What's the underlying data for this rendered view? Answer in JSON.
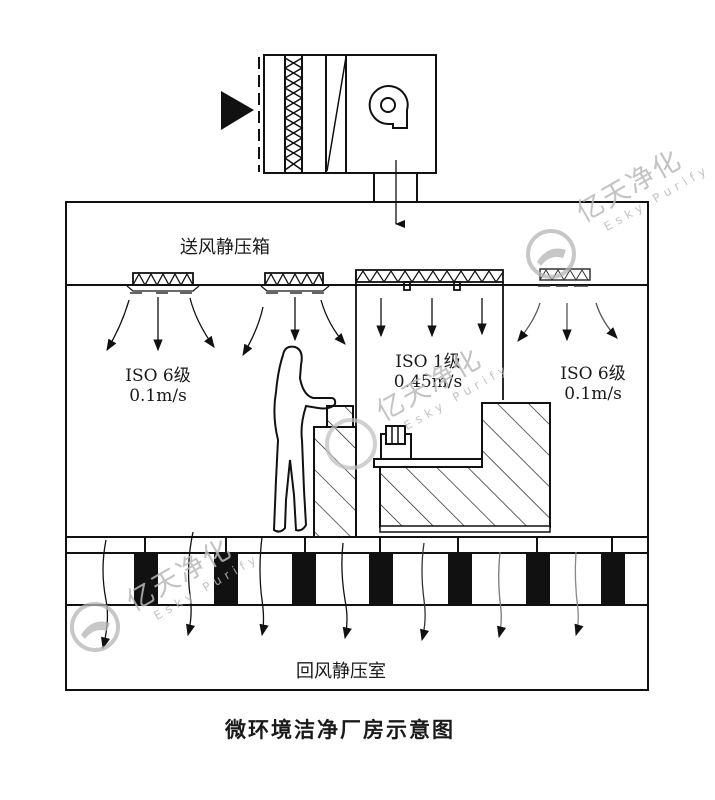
{
  "diagram": {
    "caption": "微环境洁净厂房示意图",
    "supply_plenum_label": "送风静压箱",
    "return_plenum_label": "回风静压室",
    "zones": [
      {
        "id": "left",
        "class": "ISO 6级",
        "velocity": "0.1m/s"
      },
      {
        "id": "center",
        "class": "ISO 1级",
        "velocity": "0.45m/s"
      },
      {
        "id": "right",
        "class": "ISO 6级",
        "velocity": "0.1m/s"
      }
    ],
    "components": {
      "intake_arrow": "intake-arrow-icon",
      "ahu": "air-handling-unit",
      "fan": "centrifugal-fan-icon",
      "filters": [
        "pre-filter",
        "coil"
      ],
      "hepa_units": 3,
      "ulpa_unit": 1,
      "operator": "operator-in-cleanroom-suit",
      "raised_floor_black_slats": 7
    },
    "colors": {
      "line": "#111111",
      "watermark": "#b9b9b9",
      "background": "#ffffff"
    }
  },
  "watermark": {
    "brand_cn": "亿天净化",
    "brand_en": "Esky Purify"
  }
}
